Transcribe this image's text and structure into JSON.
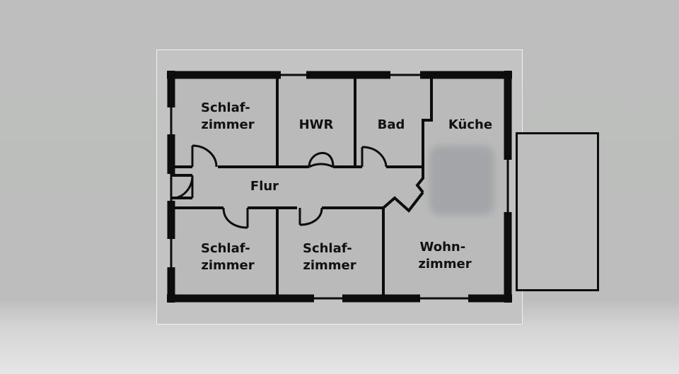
{
  "colors": {
    "background": "#bdbebd",
    "sheet": "#c2c3c2",
    "sheet_border": "#f0f0f0",
    "room_fill": "#b9bab9",
    "wall": "#0d0d0d",
    "label": "#111111",
    "kitchen_blur": "#a4a5a8",
    "balcony_fill": "#bdbebd"
  },
  "rooms": {
    "bedroom_top_left": {
      "line1": "Schlaf-",
      "line2": "zimmer"
    },
    "utility": {
      "label": "HWR"
    },
    "bathroom": {
      "label": "Bad"
    },
    "kitchen": {
      "label": "Küche"
    },
    "hallway": {
      "label": "Flur"
    },
    "bedroom_bottom_left": {
      "line1": "Schlaf-",
      "line2": "zimmer"
    },
    "bedroom_bottom_middle": {
      "line1": "Schlaf-",
      "line2": "zimmer"
    },
    "living_room": {
      "line1": "Wohn-",
      "line2": "zimmer"
    }
  }
}
